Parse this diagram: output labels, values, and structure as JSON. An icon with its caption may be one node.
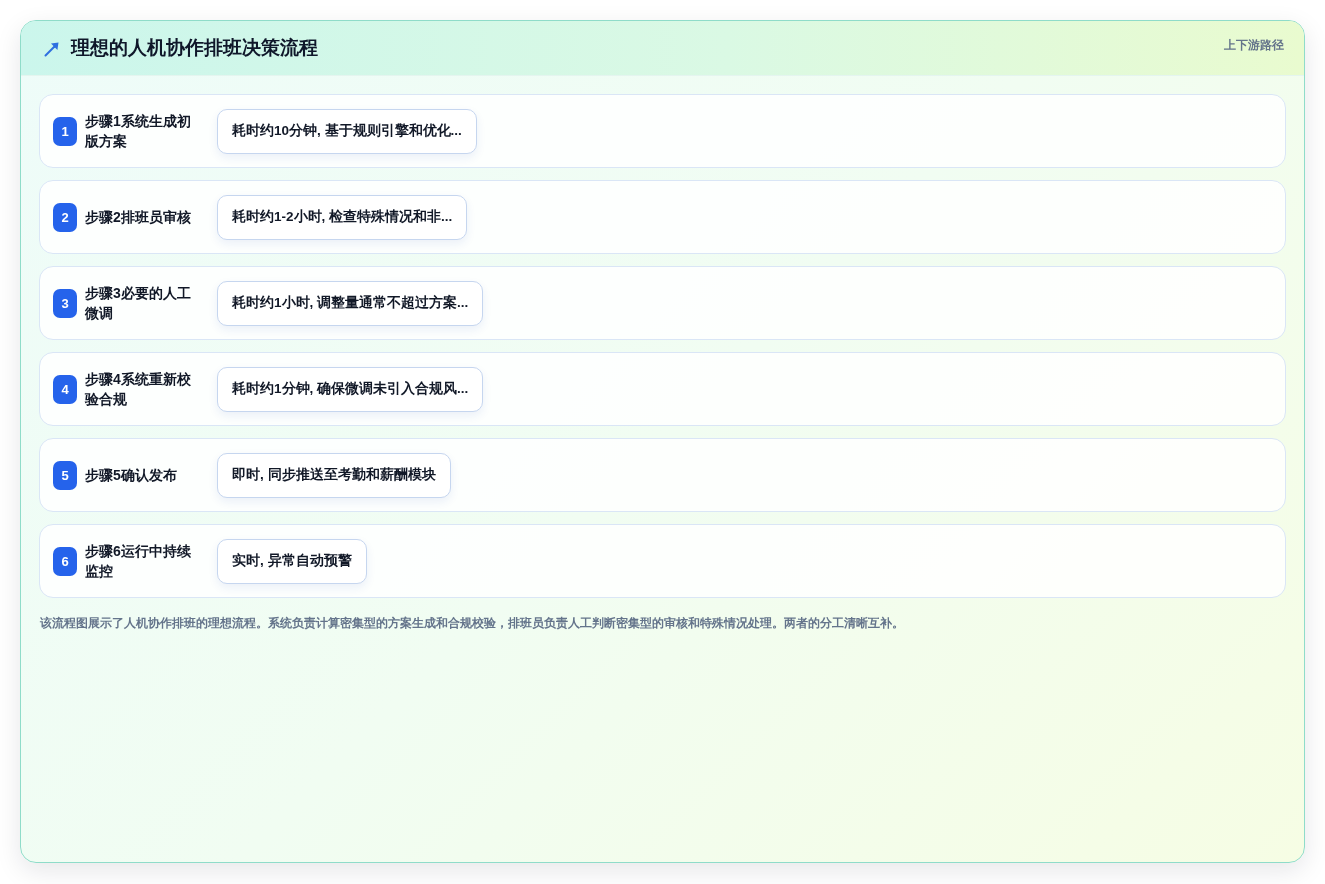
{
  "diagram": {
    "title": "理想的人机协作排班决策流程",
    "nodes": [
      {
        "text": [
          "步骤1系统生成初版方案"
        ]
      },
      {
        "text": [
          "1"
        ],
        "in": 0
      },
      {
        "text": [
          "耗时约10分钟, 基于规则引擎和优化..."
        ],
        "in": 0
      },
      {
        "text": [
          "步骤2排班员审核"
        ]
      },
      {
        "text": [
          "2"
        ],
        "in": 3
      },
      {
        "text": [
          "耗时约1-2小时, 检查特殊情况和非..."
        ],
        "in": 3
      },
      {
        "text": [
          "步骤3必要的人工微调"
        ]
      },
      {
        "text": [
          "3"
        ],
        "in": 6
      },
      {
        "text": [
          "耗时约1小时, 调整量通常不超过方案..."
        ],
        "in": 6
      },
      {
        "text": [
          "步骤4系统重新校验合规"
        ]
      },
      {
        "text": [
          "4"
        ],
        "in": 9
      },
      {
        "text": [
          "耗时约1分钟, 确保微调未引入合规风..."
        ],
        "in": 9
      },
      {
        "text": [
          "步骤5确认发布"
        ]
      },
      {
        "text": [
          "5"
        ],
        "in": 12
      },
      {
        "text": [
          "即时, 同步推送至考勤和薪酬模块"
        ],
        "in": 12
      },
      {
        "text": [
          "步骤6运行中持续监控"
        ]
      },
      {
        "text": [
          "6"
        ],
        "in": 15
      },
      {
        "text": [
          "实时, 异常自动预警"
        ],
        "in": 15
      }
    ],
    "labels": [
      "上下游路径"
    ],
    "caption": "该流程图展示了人机协作排班的理想流程。系统负责计算密集型的方案生成和合规校验，排班员负责人工判断密集型的审核和特殊情况处理。两者的分工清晰互补。"
  }
}
